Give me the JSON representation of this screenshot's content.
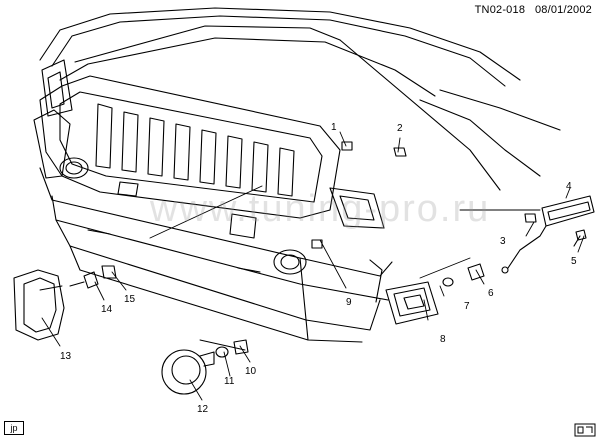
{
  "header": {
    "code": "TN02-018",
    "date": "08/01/2002"
  },
  "watermark": "www.tuning-pro.ru",
  "corner_tag": "jp",
  "callouts": [
    "1",
    "2",
    "3",
    "4",
    "5",
    "6",
    "7",
    "8",
    "9",
    "10",
    "11",
    "12",
    "13",
    "14",
    "15"
  ],
  "colors": {
    "line": "#000000",
    "background": "#ffffff",
    "watermark": "#9a9a9a"
  }
}
